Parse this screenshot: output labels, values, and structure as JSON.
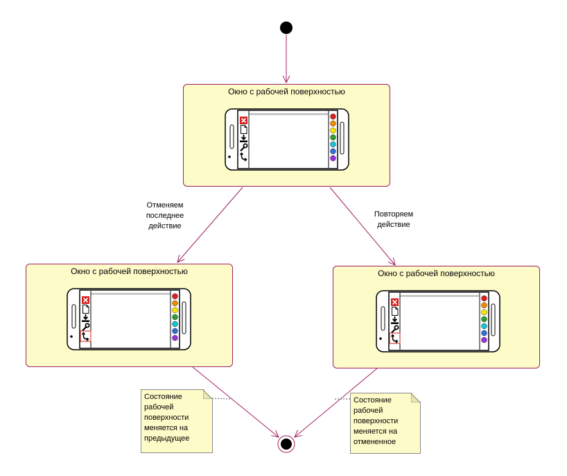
{
  "states": [
    {
      "id": "top",
      "title": "Окно с рабочей поверхностью",
      "highlight": "none"
    },
    {
      "id": "left",
      "title": "Окно с рабочей поверхностью",
      "highlight": "undo"
    },
    {
      "id": "right",
      "title": "Окно с рабочей поверхностью",
      "highlight": "redo"
    }
  ],
  "transitions": {
    "undo_label": "Отменяем\nпоследнее\nдействие",
    "redo_label": "Повторяем\nдействие"
  },
  "notes": {
    "left": "Состояние\nрабочей\nповерхности\nменяется на\nпредыдущее",
    "right": "Состояние\nрабочей\nповерхности\nменяется на\nотмененное"
  },
  "colors": {
    "state_fill": "#fdfbc8",
    "state_border": "#9e1f63",
    "line": "#9e1f63",
    "palette": [
      "#d91f1f",
      "#f08a00",
      "#f5e600",
      "#2ca02c",
      "#17c3d0",
      "#2f6fd6",
      "#9b30d9"
    ]
  },
  "toolbar_icons": [
    "close-icon",
    "new-document-icon",
    "download-icon",
    "wrench-icon",
    "undo-redo-icon"
  ]
}
